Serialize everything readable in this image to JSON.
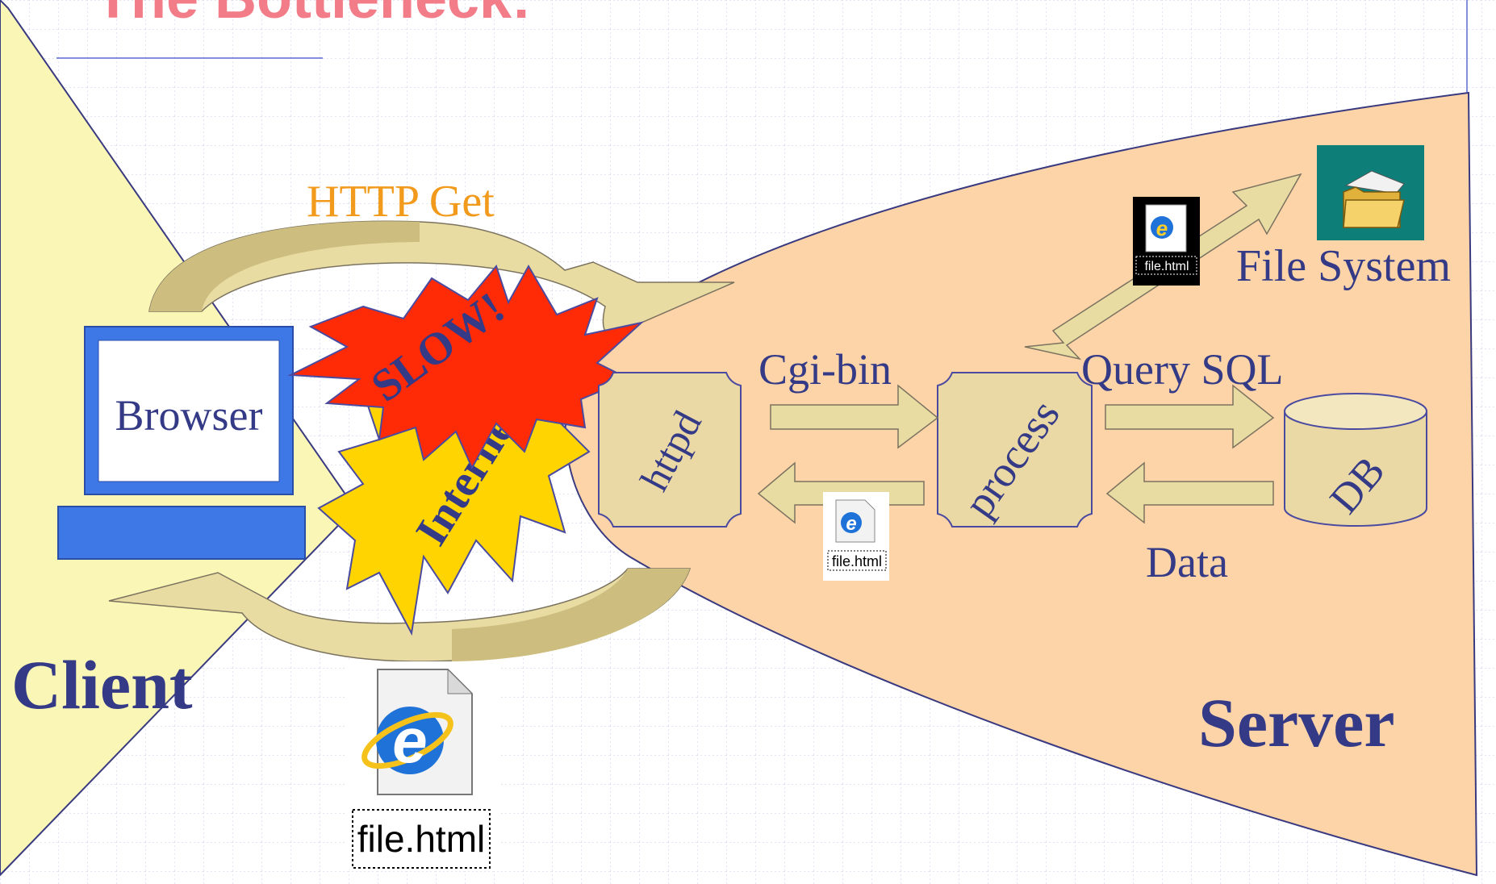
{
  "slide": {
    "title": "The Bottleneck:"
  },
  "client": {
    "label": "Client",
    "browser_label": "Browser"
  },
  "server": {
    "label": "Server",
    "httpd_label": "httpd",
    "process_label": "process",
    "db_label": "DB",
    "filesystem_label": "File System"
  },
  "network": {
    "internet_label": "Internet",
    "slow_label": "SLOW!"
  },
  "flows": {
    "http_get": "HTTP Get",
    "cgi_bin": "Cgi-bin",
    "query_sql": "Query SQL",
    "data": "Data"
  },
  "file_icons": {
    "label": "file.html"
  },
  "colors": {
    "client_fill": "#f9f6b6",
    "server_fill": "#fcd4a8",
    "box_fill": "#ead9a4",
    "arrow_fill": "#e9dca2",
    "arrow_dark": "#cdbd7e",
    "monitor_blue": "#3d78e6",
    "text_navy": "#343a86",
    "text_orange": "#f29a1c",
    "slow_red": "#ff2a06",
    "internet_yellow": "#ffd400",
    "title_pink": "#f27d88",
    "folder_bg": "#0e7e78"
  }
}
